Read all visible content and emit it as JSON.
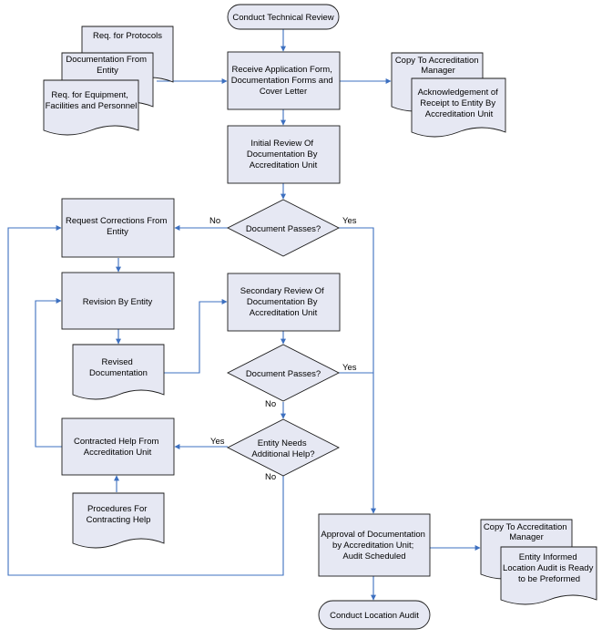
{
  "colors": {
    "shape_fill": "#e6e8f3",
    "shape_stroke": "#1a1a1a",
    "connector": "#3d70c0"
  },
  "nodes": {
    "start": [
      "Conduct Technical Review"
    ],
    "receive": [
      "Receive Application Form,",
      "Documentation Forms and",
      "Cover Letter"
    ],
    "req_protocols": [
      "Req. for Protocols"
    ],
    "doc_from_entity": [
      "Documentation From",
      "Entity"
    ],
    "req_equipment": [
      "Req. for Equipment,",
      "Facilities and Personnel"
    ],
    "copy_manager_1": [
      "Copy To Accreditation",
      "Manager"
    ],
    "acknowledgement": [
      "Acknowledgement of",
      "Receipt to Entity By",
      "Accreditation Unit"
    ],
    "initial_review": [
      "Initial Review Of",
      "Documentation By",
      "Accreditation Unit"
    ],
    "doc_passes_1": [
      "Document Passes?"
    ],
    "request_corrections": [
      "Request Corrections From",
      "Entity"
    ],
    "revision": [
      "Revision By Entity"
    ],
    "revised_doc": [
      "Revised",
      "Documentation"
    ],
    "secondary_review": [
      "Secondary Review Of",
      "Documentation By",
      "Accreditation Unit"
    ],
    "doc_passes_2": [
      "Document Passes?"
    ],
    "needs_help": [
      "Entity Needs",
      "Additional Help?"
    ],
    "contracted_help": [
      "Contracted Help From",
      "Accreditation Unit"
    ],
    "procedures": [
      "Procedures For",
      "Contracting Help"
    ],
    "approval": [
      "Approval of Documentation",
      "by Accreditation Unit;",
      "Audit Scheduled"
    ],
    "copy_manager_2": [
      "Copy To Accreditation",
      "Manager"
    ],
    "entity_informed": [
      "Entity Informed",
      "Location Audit is Ready",
      "to be Preformed"
    ],
    "end": [
      "Conduct Location Audit"
    ]
  },
  "edge_labels": {
    "no_1": "No",
    "yes_1": "Yes",
    "yes_2": "Yes",
    "no_2": "No",
    "yes_3": "Yes",
    "no_3": "No"
  }
}
